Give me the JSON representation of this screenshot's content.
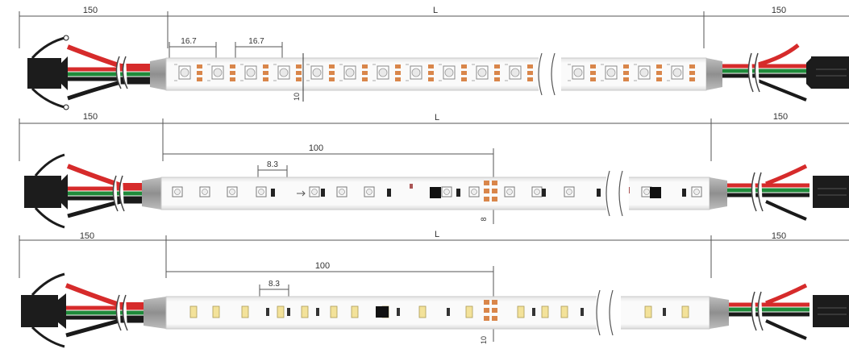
{
  "strips": [
    {
      "lead_left": "150",
      "length": "L",
      "lead_right": "150",
      "pitch_a": "16.7",
      "pitch_b": "16.7",
      "cut_mark": "10"
    },
    {
      "lead_left": "150",
      "length": "L",
      "lead_right": "150",
      "segment": "100",
      "pitch": "8.3",
      "cut_mark": "8"
    },
    {
      "lead_left": "150",
      "length": "L",
      "lead_right": "150",
      "segment": "100",
      "pitch": "8.3",
      "cut_mark": "10"
    }
  ],
  "colors": {
    "wire_red": "#d62b2b",
    "wire_green": "#1f8a3a",
    "wire_black": "#1a1a1a",
    "connector": "#1c1c1c",
    "sleeve": "#9a9a9a",
    "pcb": "#f6f6f6",
    "pad": "#d9864a",
    "dimension_line": "#555555"
  }
}
